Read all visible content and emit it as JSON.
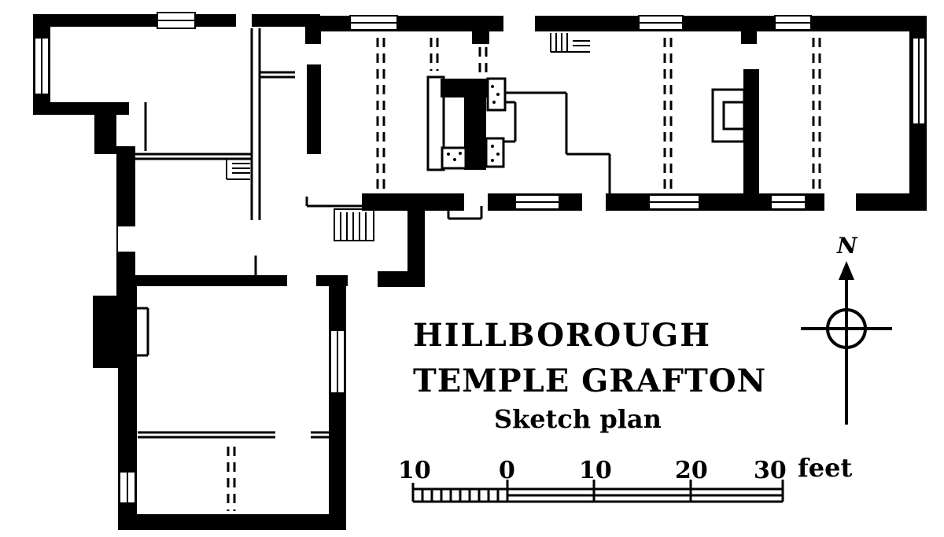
{
  "title": {
    "line1": "HILLBOROUGH",
    "line2": "TEMPLE GRAFTON",
    "line3": "Sketch plan"
  },
  "compass": {
    "label": "N"
  },
  "scale_bar": {
    "labels": [
      "10",
      "0",
      "10",
      "20",
      "30"
    ],
    "unit": "feet"
  },
  "colors": {
    "ink": "#000000",
    "paper": "#ffffff"
  }
}
